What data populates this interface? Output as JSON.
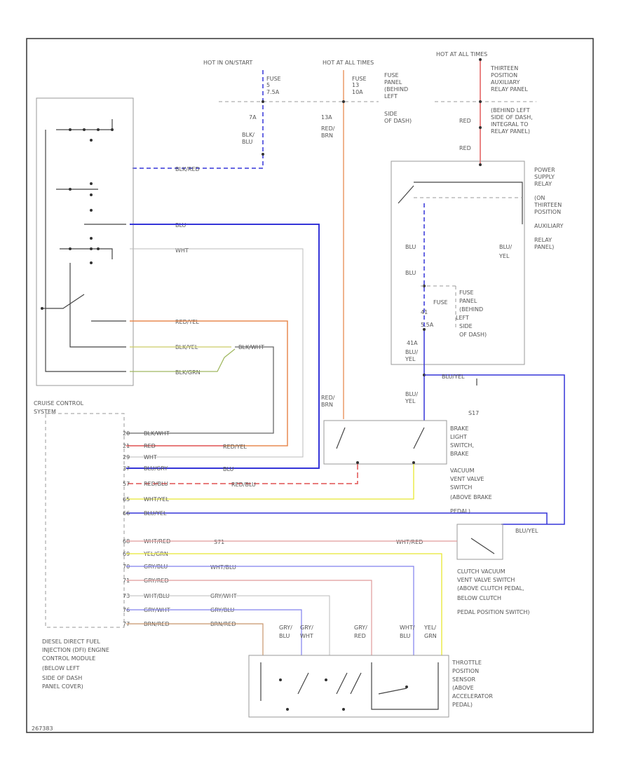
{
  "source_labels": {
    "hot_in_on_start": "HOT IN ON/START",
    "hot_at_all_times_mid": "HOT AT ALL TIMES",
    "hot_at_all_times_right": "HOT AT ALL TIMES"
  },
  "fuses": {
    "fuse_a": [
      "FUSE",
      "5",
      "7.5A"
    ],
    "fuse_b": [
      "FUSE",
      "13",
      "10A"
    ],
    "fuse_panel_note": [
      "FUSE",
      "PANEL",
      "(BEHIND",
      "LEFT",
      "SIDE",
      "OF DASH)"
    ],
    "fuse_c": [
      "FUSE",
      "41",
      "5.5A"
    ],
    "fuse_c_note": [
      "FUSE",
      "PANEL",
      "(BEHIND",
      "LEFT",
      "SIDE",
      "OF DASH)"
    ]
  },
  "components": {
    "thirteen_relay": [
      "THIRTEEN",
      "POSITION",
      "AUXILIARY",
      "RELAY PANEL",
      "(BEHIND LEFT",
      "SIDE OF DASH,",
      "INTEGRAL TO",
      "RELAY PANEL)"
    ],
    "power_supply_relay": [
      "POWER",
      "SUPPLY",
      "RELAY",
      "(ON",
      "THIRTEEN",
      "POSITION",
      "AUXILIARY",
      "RELAY",
      "PANEL)"
    ],
    "cruise_switch": [
      "CRUISE CONTROL",
      "SYSTEM"
    ],
    "brake_switch": [
      "BRAKE",
      "LIGHT",
      "SWITCH,",
      "BRAKE",
      "VACUUM",
      "VENT VALVE",
      "SWITCH",
      "(ABOVE BRAKE",
      "PEDAL)"
    ],
    "clutch_switch": [
      "CLUTCH VACUUM",
      "VENT VALVE SWITCH",
      "(ABOVE CLUTCH PEDAL,",
      "BELOW CLUTCH",
      "PEDAL POSITION SWITCH)"
    ],
    "ecm": [
      "DIESEL DIRECT FUEL",
      "INJECTION (DFI) ENGINE",
      "CONTROL MODULE",
      "(BELOW LEFT",
      "SIDE OF DASH",
      "PANEL COVER)"
    ],
    "throttle_sensor": [
      "THROTTLE",
      "POSITION",
      "SENSOR",
      "(ABOVE",
      "ACCELERATOR",
      "PEDAL)"
    ]
  },
  "wire_labels": {
    "sw_blk_red": "BLK/RED",
    "sw_blu": "BLU",
    "sw_wht": "WHT",
    "sw_red_yel": "RED/YEL",
    "sw_blk_yel": "BLK/YEL",
    "sw_blk_wht": "BLK/WHT",
    "sw_blk_grn": "BLK/GRN",
    "fuse5_wire": [
      "7A",
      "BLK/",
      "BLU"
    ],
    "fuse13_wire": [
      "13A",
      "RED/",
      "BRN"
    ],
    "red1": "RED",
    "red2": "RED",
    "relay_out": [
      "BLU/",
      "YEL"
    ],
    "blu1": "BLU",
    "blu2": "BLU",
    "after_fuse41": [
      "41A",
      "BLU/",
      "YEL"
    ],
    "blu_yel_brake": [
      "BLU/",
      "YEL"
    ],
    "red_brn_brake": [
      "RED/",
      "BRN"
    ],
    "to_clutch": "BLU/YEL",
    "clutch_wire": "BLU/YEL",
    "s17": "S17",
    "wht_red_clutch": "WHT/RED",
    "s71": "S71",
    "red_blu_mid": "RED/BLU",
    "blu_mid": "BLU",
    "red_yel_mid": "RED/YEL",
    "wht_blu_mid": "WHT/BLU",
    "gry_wht_mid": "GRY/WHT",
    "gry_blu_mid": "GRY/BLU",
    "brn_red_mid": "BRN/RED"
  },
  "ecm_pins": [
    {
      "pin": "20",
      "wire": "BLK/WHT"
    },
    {
      "pin": "21",
      "wire": "RED"
    },
    {
      "pin": "29",
      "wire": "WHT"
    },
    {
      "pin": "37",
      "wire": "BLU/GRY"
    },
    {
      "pin": "57",
      "wire": "RED/BLU"
    },
    {
      "pin": "65",
      "wire": "WHT/YEL"
    },
    {
      "pin": "66",
      "wire": "BLU/YEL"
    },
    {
      "pin": "68",
      "wire": "WHT/RED"
    },
    {
      "pin": "69",
      "wire": "YEL/GRN"
    },
    {
      "pin": "70",
      "wire": "GRY/BLU"
    },
    {
      "pin": "71",
      "wire": "GRY/RED"
    },
    {
      "pin": "73",
      "wire": "WHT/BLU"
    },
    {
      "pin": "76",
      "wire": "GRY/WHT"
    },
    {
      "pin": "77",
      "wire": "BRN/RED"
    }
  ],
  "throttle_inputs": [
    [
      "GRY/",
      "BLU"
    ],
    [
      "GRY/",
      "WHT"
    ],
    [
      "GRY/",
      "RED"
    ],
    [
      "WHT/",
      "BLU"
    ],
    [
      "YEL/",
      "GRN"
    ]
  ],
  "footer_code": "267383",
  "colors": {
    "red": "#e05050",
    "blue": "#3535d8",
    "orange": "#e88a50",
    "yellow": "#e8e830",
    "green": "#8ccc4a",
    "pink": "#e09a9a",
    "gray": "#888888",
    "wire_dark": "#555555"
  }
}
